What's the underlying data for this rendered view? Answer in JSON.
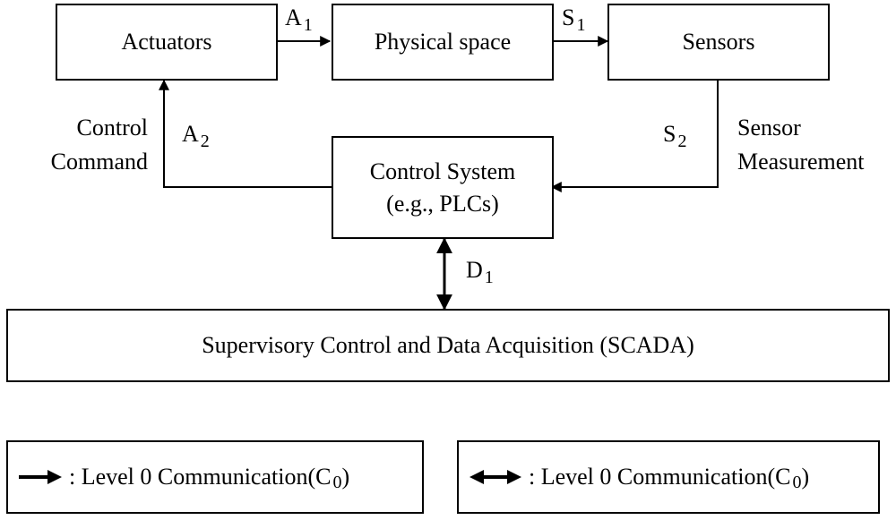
{
  "nodes": {
    "actuators": "Actuators",
    "physical_space": "Physical space",
    "sensors": "Sensors",
    "control_system_line1": "Control System",
    "control_system_line2": "(e.g., PLCs)",
    "scada": "Supervisory Control and Data Acquisition (SCADA)"
  },
  "edges": {
    "a1": {
      "letter": "A",
      "sub": "1"
    },
    "s1": {
      "letter": "S",
      "sub": "1"
    },
    "a2": {
      "letter": "A",
      "sub": "2"
    },
    "s2": {
      "letter": "S",
      "sub": "2"
    },
    "d1": {
      "letter": "D",
      "sub": "1"
    }
  },
  "annotations": {
    "control_command_line1": "Control",
    "control_command_line2": "Command",
    "sensor_measurement_line1": "Sensor",
    "sensor_measurement_line2": "Measurement"
  },
  "legend": {
    "unidirectional": {
      "text": ": Level 0 Communication(",
      "letter": "C",
      "sub": "0",
      "close": ")"
    },
    "bidirectional": {
      "text": ": Level 0 Communication(",
      "letter": "C",
      "sub": "0",
      "close": ")"
    }
  }
}
